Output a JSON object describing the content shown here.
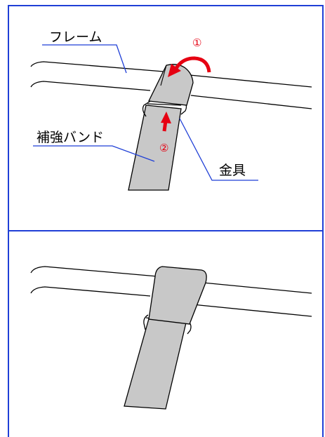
{
  "labels": {
    "frame": "フレーム",
    "band": "補強バンド",
    "bracket": "金具"
  },
  "steps": {
    "step1": "①",
    "step2": "②"
  },
  "colors": {
    "panel_border": "#1f3fd6",
    "leader": "#1f3fd6",
    "band_fill": "#c8c8c8",
    "arrow": "#e60012",
    "outline": "#000000"
  }
}
